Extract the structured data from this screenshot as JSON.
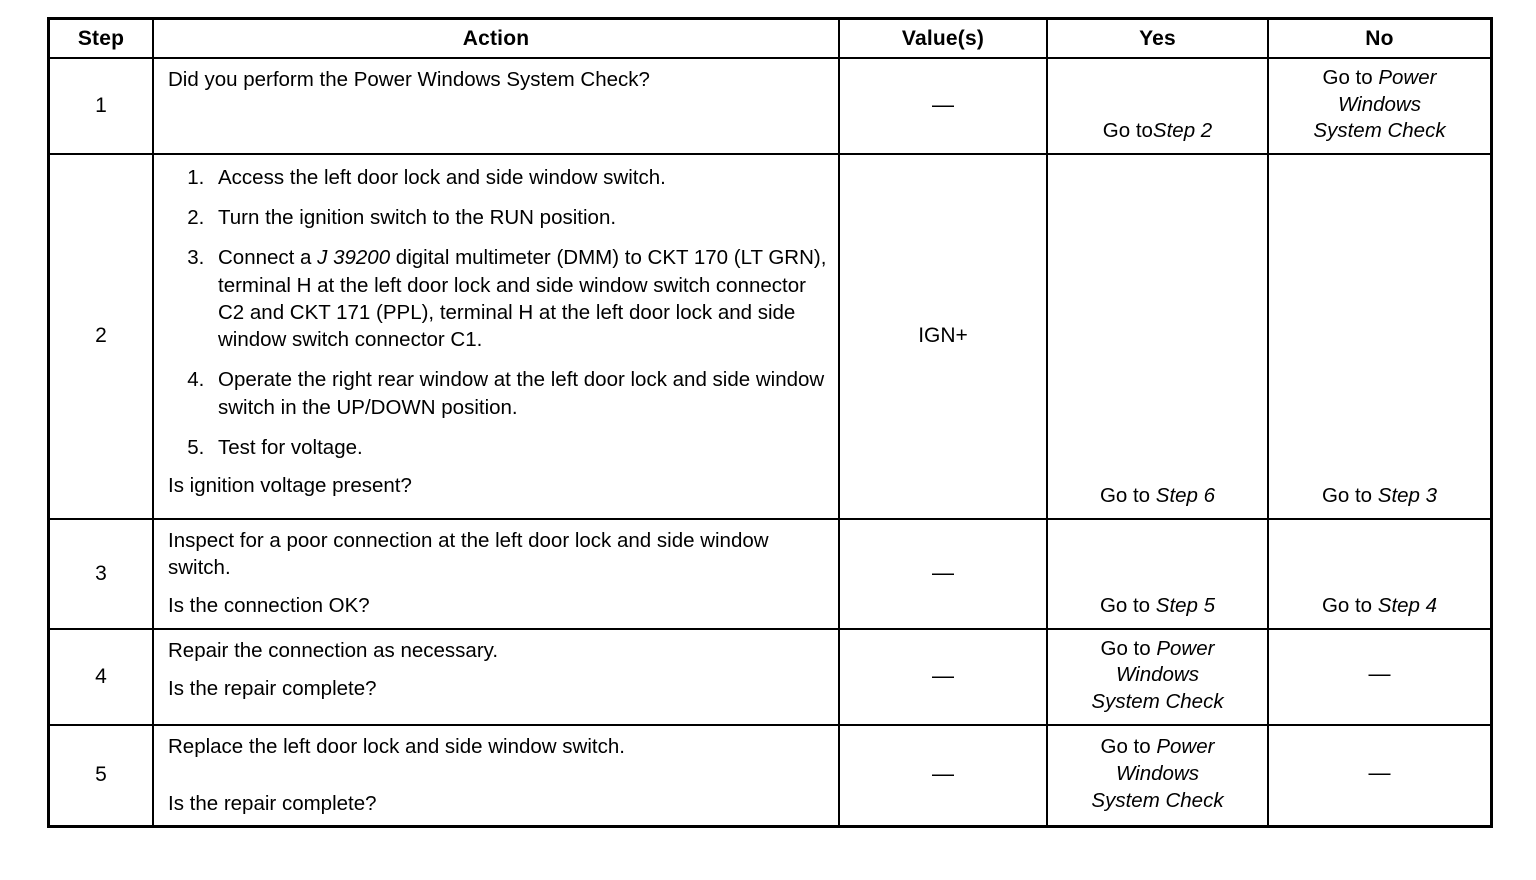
{
  "table": {
    "headers": {
      "step": "Step",
      "action": "Action",
      "value": "Value(s)",
      "yes": "Yes",
      "no": "No"
    },
    "dash": "—",
    "rows": [
      {
        "step": "1",
        "action_question": "Did you perform the Power Windows System Check?",
        "value": "—",
        "yes": {
          "prefix": "Go to",
          "target": "Step 2",
          "spaced": false
        },
        "no": {
          "prefix": "Go to ",
          "target_line1": "Power",
          "target_line2": "Windows",
          "target_line3": "System Check"
        }
      },
      {
        "step": "2",
        "substeps": [
          "Access the left door lock and side window switch.",
          "Turn the ignition switch to the RUN position.",
          "Connect a J 39200 digital multimeter (DMM) to CKT 170 (LT GRN), terminal H at the left door lock and side window switch connector C2 and CKT 171 (PPL), terminal H at the left door lock and side window switch connector C1.",
          "Operate the right rear window at the left door lock and side window switch in the UP/DOWN position.",
          "Test for voltage."
        ],
        "substep3_parts": {
          "before": "Connect a ",
          "italic": "J 39200",
          "after": " digital multimeter (DMM) to CKT 170 (LT GRN), terminal H at the left door lock and side window switch connector C2 and CKT 171 (PPL), terminal H at the left door lock and side window switch connector C1."
        },
        "action_question": "Is ignition voltage present?",
        "value": "IGN+",
        "yes": {
          "prefix": "Go to ",
          "target": "Step 6"
        },
        "no": {
          "prefix": "Go to ",
          "target": "Step 3"
        }
      },
      {
        "step": "3",
        "action_lead": "Inspect for a poor connection at the left door lock and side window switch.",
        "action_question": "Is the connection OK?",
        "value": "—",
        "yes": {
          "prefix": "Go to ",
          "target": "Step 5"
        },
        "no": {
          "prefix": "Go to ",
          "target": "Step 4"
        }
      },
      {
        "step": "4",
        "action_lead": "Repair the connection as necessary.",
        "action_question": "Is the repair complete?",
        "value": "—",
        "yes": {
          "prefix": "Go to ",
          "target_line1": "Power",
          "target_line2": "Windows",
          "target_line3": "System Check"
        },
        "no": "—"
      },
      {
        "step": "5",
        "action_lead": "Replace the left door lock and side window switch.",
        "action_question": "Is the repair complete?",
        "value": "—",
        "yes": {
          "prefix": "Go to ",
          "target_line1": "Power",
          "target_line2": "Windows",
          "target_line3": "System Check"
        },
        "no": "—"
      }
    ]
  }
}
